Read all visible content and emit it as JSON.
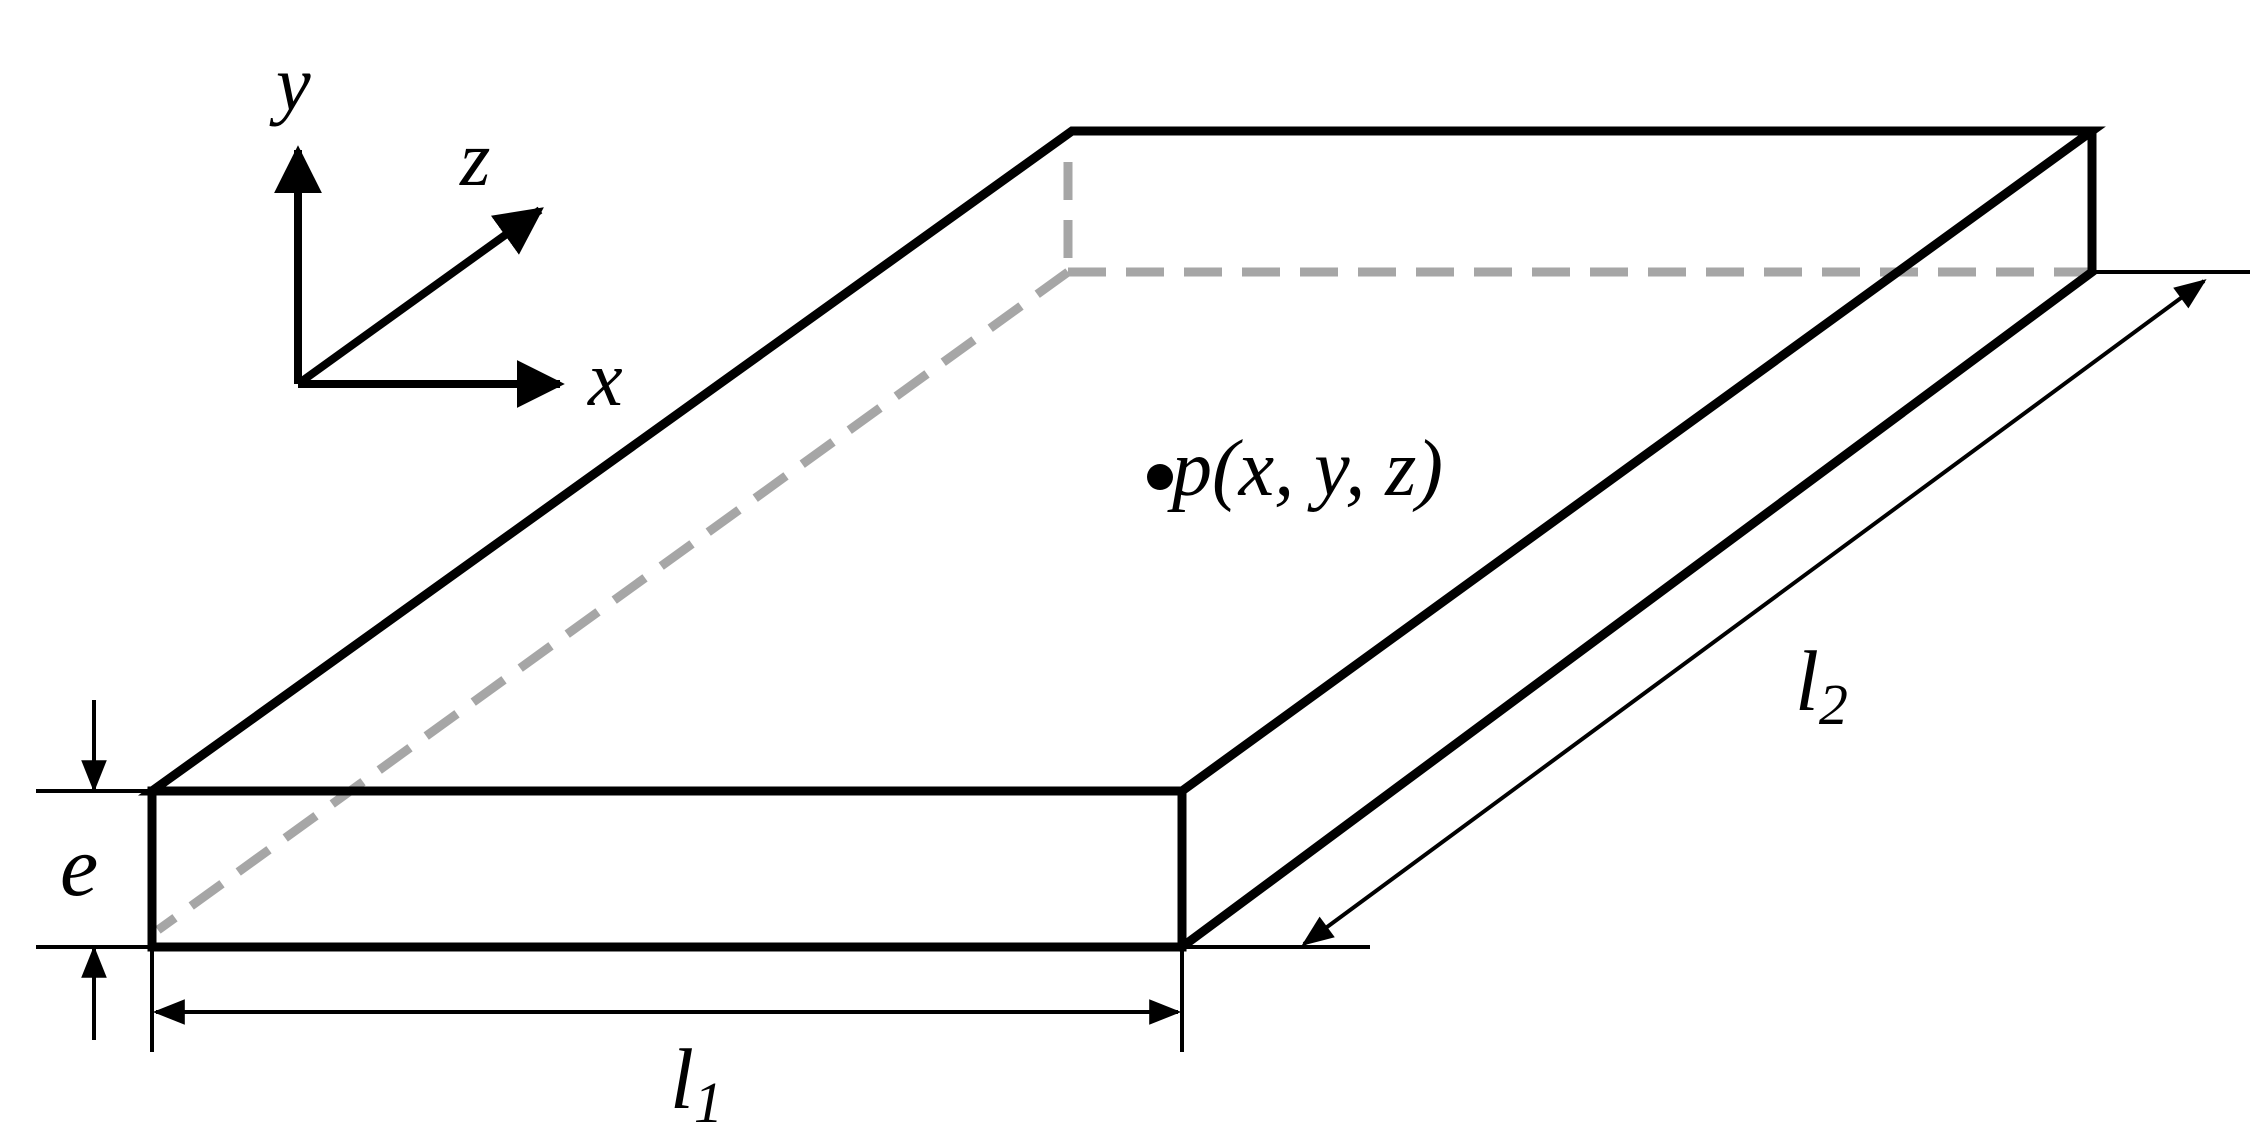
{
  "diagram": {
    "axes": {
      "x_label": "x",
      "y_label": "y",
      "z_label": "z"
    },
    "point_label": "p(x, y, z)",
    "dimensions": {
      "thickness_label": "e",
      "length1": {
        "base": "l",
        "sub": "1"
      },
      "length2": {
        "base": "l",
        "sub": "2"
      }
    },
    "colors": {
      "edge": "#000000",
      "hidden_edge": "#a6a6a6"
    }
  }
}
